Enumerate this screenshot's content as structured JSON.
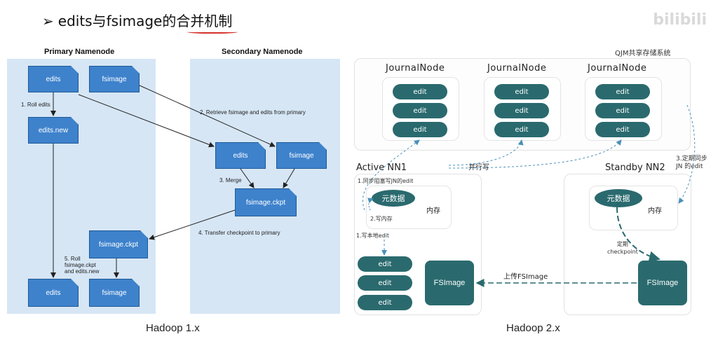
{
  "title": {
    "arrow": "➢",
    "text": "edits与fsimage的合并机制"
  },
  "watermark": "bilibili",
  "h1": {
    "caption": "Hadoop 1.x",
    "primary_header": "Primary Namenode",
    "secondary_header": "Secondary Namenode",
    "docs": {
      "edits_top": "edits",
      "fsimage_top": "fsimage",
      "edits_new": "edits.new",
      "sec_edits": "edits",
      "sec_fsimage": "fsimage",
      "ckpt_sec": "fsimage.ckpt",
      "ckpt_pri": "fsimage.ckpt",
      "edits_bottom": "edits",
      "fsimage_bottom": "fsimage"
    },
    "steps": {
      "s1": "1. Roll edits",
      "s2": "2. Retrieve fsimage and edits from primary",
      "s3": "3. Merge",
      "s4": "4. Transfer checkpoint to primary",
      "s5_line1": "5. Roll",
      "s5_line2": "fsimage.ckpt",
      "s5_line3": "and edits.new"
    }
  },
  "h2": {
    "caption": "Hadoop 2.x",
    "qjm_label": "QJM共享存储系统",
    "journal_nodes": [
      "JournalNode",
      "JournalNode",
      "JournalNode"
    ],
    "edit_label": "edit",
    "parallel_write": "并行写",
    "active_title": "Active NN1",
    "standby_title": "Standby NN2",
    "step_sync": "1.同步阻塞写JN的edit",
    "step_mem": "2.写内存",
    "step_local": "1.写本地edit",
    "metadata": "元数据",
    "memory": "内存",
    "fsimage": "FSImage",
    "upload": "上传FSImage",
    "sync_periodic_line1": "3.定期同步",
    "sync_periodic_line2": "JN 的edit",
    "checkpoint_line1": "定期",
    "checkpoint_line2": "checkpoint"
  },
  "colors": {
    "panel": "#d6e6f5",
    "doc": "#3e82cc",
    "teal": "#2a6a6e",
    "accent_red": "#d4302a"
  }
}
